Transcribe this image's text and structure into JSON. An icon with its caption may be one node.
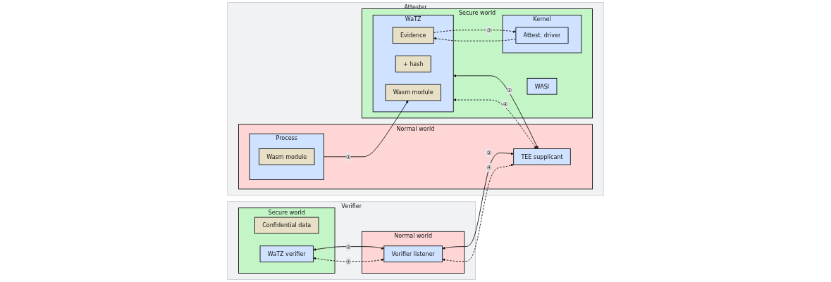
{
  "diagram": {
    "nodes": [
      {
        "text": [
          "Verifier"
        ]
      },
      {
        "text": [
          "Secure world"
        ],
        "in": 0
      },
      {
        "text": [
          "Confidential data"
        ],
        "in": 1
      },
      {
        "text": [
          "WaTZ verifier"
        ],
        "in": 1
      },
      {
        "text": [
          "Normal world"
        ],
        "in": 0
      },
      {
        "text": [
          "Verifier listener"
        ],
        "in": 4
      },
      {
        "text": [
          "Attester"
        ]
      },
      {
        "text": [
          "Normal world"
        ],
        "in": 6
      },
      {
        "text": [
          "Process"
        ],
        "in": 7
      },
      {
        "text": [
          "Wasm module"
        ],
        "in": 8
      },
      {
        "text": [
          "TEE supplicant"
        ],
        "in": 7
      },
      {
        "text": [
          "Secure world"
        ],
        "in": 6
      },
      {
        "text": [
          "WaTZ"
        ],
        "in": 11
      },
      {
        "text": [
          "Wasm module"
        ],
        "in": 12
      },
      {
        "text": [
          "+ hash"
        ],
        "in": 12
      },
      {
        "text": [
          "Evidence"
        ],
        "in": 12
      },
      {
        "text": [
          "WASI"
        ],
        "in": 11
      },
      {
        "text": [
          "Kernel"
        ],
        "in": 11
      },
      {
        "text": [
          "Attest. driver"
        ],
        "in": 17
      }
    ],
    "edges": [
      {
        "from": 3,
        "to": 5,
        "arrow": "both",
        "label": "②"
      },
      {
        "from": 3,
        "to": 5,
        "arrow": "both",
        "label": "④",
        "style": "dashed"
      },
      {
        "from": 5,
        "to": 10,
        "arrow": "both",
        "label": "②"
      },
      {
        "from": 5,
        "to": 10,
        "arrow": "both",
        "label": "④",
        "style": "dashed"
      },
      {
        "from": 8,
        "to": 13,
        "arrow": "to",
        "label": "①"
      },
      {
        "from": 12,
        "to": 10,
        "arrow": "both",
        "label": "②"
      },
      {
        "from": 12,
        "to": 10,
        "arrow": "both",
        "label": "④",
        "style": "dashed"
      },
      {
        "from": 15,
        "to": 18,
        "arrow": "to",
        "label": "③",
        "style": "dashed"
      },
      {
        "from": 18,
        "to": 15,
        "arrow": "to",
        "style": "dashed"
      }
    ]
  }
}
